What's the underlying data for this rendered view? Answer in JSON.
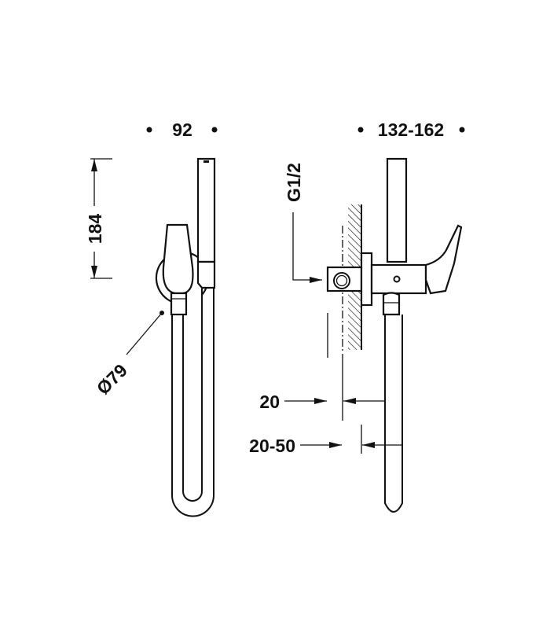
{
  "side_view": {
    "width_label": "92",
    "height_label": "184",
    "diameter_label": "Ø79"
  },
  "front_view": {
    "width_label": "132-162",
    "thread_label": "G1/2",
    "offset_label": "20",
    "wall_range_label": "20-50"
  },
  "colors": {
    "ink": "#111111",
    "background": "#ffffff"
  }
}
